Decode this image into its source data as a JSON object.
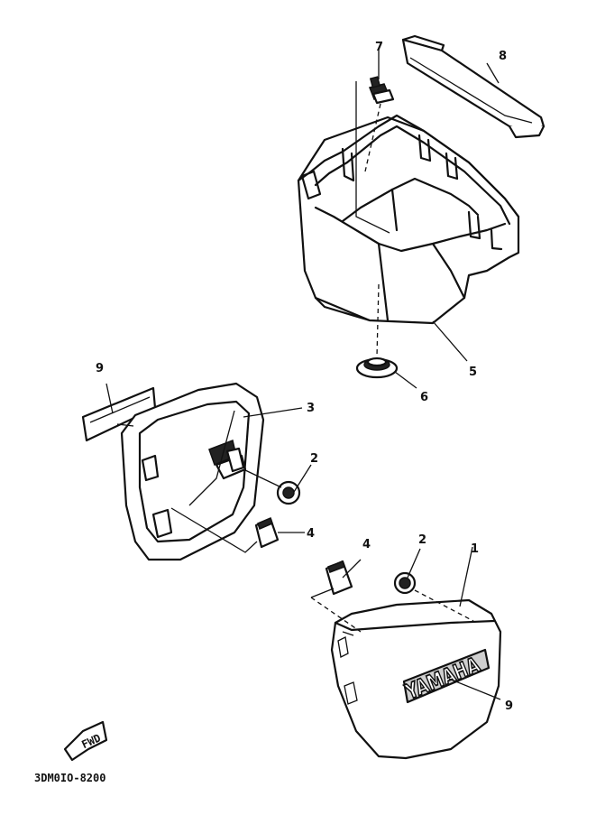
{
  "callouts": [
    {
      "id": "c7",
      "label": "7"
    },
    {
      "id": "c8",
      "label": "8"
    },
    {
      "id": "c5",
      "label": "5"
    },
    {
      "id": "c6",
      "label": "6"
    },
    {
      "id": "c9a",
      "label": "9"
    },
    {
      "id": "c3",
      "label": "3"
    },
    {
      "id": "c2a",
      "label": "2"
    },
    {
      "id": "c4a",
      "label": "4"
    },
    {
      "id": "c4b",
      "label": "4"
    },
    {
      "id": "c2b",
      "label": "2"
    },
    {
      "id": "c1",
      "label": "1"
    },
    {
      "id": "c9b",
      "label": "9"
    }
  ],
  "emblem": "YAMAHA",
  "direction_label": "FWD",
  "diagram_code": "3DM0IO-8200",
  "icons": [
    "battery-box-icon",
    "battery-strap-icon",
    "bolt-icon",
    "grommet-icon",
    "side-cover-icon",
    "emblem-decal-icon",
    "front-arrow-icon"
  ]
}
